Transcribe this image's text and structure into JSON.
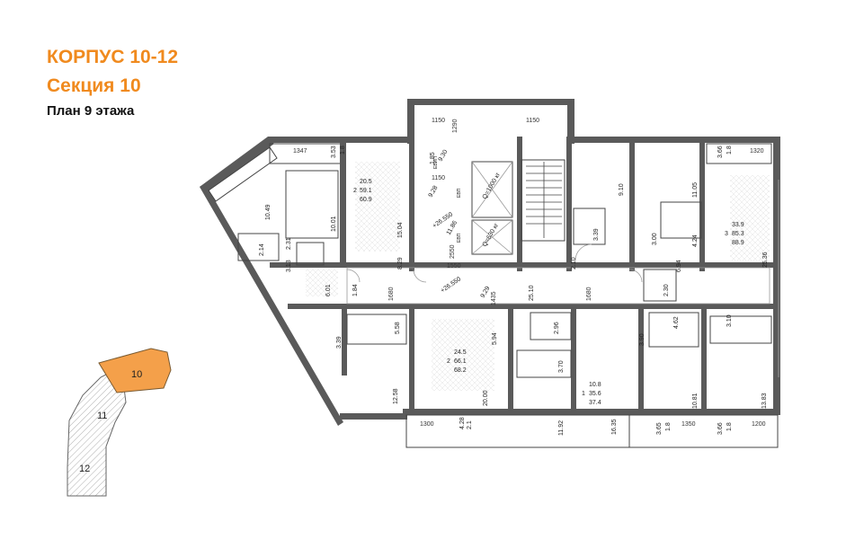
{
  "header": {
    "building": "КОРПУС 10-12",
    "section": "Секция 10",
    "floor_plan": "План 9 этажа"
  },
  "key_plan": {
    "active_section": "10",
    "sections": [
      "10",
      "11",
      "12"
    ],
    "active_color": "#f4a04a"
  },
  "colors": {
    "title": "#f08a1e",
    "wall": "#5a5a5a"
  },
  "apartments": [
    {
      "rooms": "2",
      "living": "20.5",
      "total": "59.1",
      "total_with_balcony": "60.9"
    },
    {
      "rooms": "3",
      "living": "33.9",
      "total": "85.3",
      "total_with_balcony": "88.9"
    },
    {
      "rooms": "2",
      "living": "24.5",
      "total": "66.1",
      "total_with_balcony": "68.2"
    },
    {
      "rooms": "1",
      "living": "10.8",
      "total": "35.6",
      "total_with_balcony": "37.4"
    }
  ],
  "room_areas": [
    "10.49",
    "10.01",
    "15.04",
    "2.14",
    "2.31",
    "3.13",
    "6.01",
    "1.84",
    "8.29",
    "3.39",
    "5.58",
    "12.58",
    "20.00",
    "5.94",
    "3.70",
    "11.92",
    "4.28",
    "2.1",
    "9.10",
    "11.05",
    "3.39",
    "3.00",
    "4.24",
    "2.10",
    "6.94",
    "2.30",
    "25.36",
    "2.96",
    "3.90",
    "4.62",
    "3.10",
    "10.81",
    "16.35",
    "13.83",
    "9.30",
    "9.28",
    "11.86",
    "9.29",
    "25.10",
    "3.53",
    "1.8",
    "3.66",
    "1.8",
    "3.65",
    "1.8",
    "3.66",
    "1.8",
    "1.85"
  ],
  "dimensions": [
    "1347",
    "1150",
    "1290",
    "1150",
    "1320",
    "1150",
    "1550",
    "1435",
    "1680",
    "1680",
    "1300",
    "1350",
    "1200",
    "2550"
  ],
  "levels": [
    "+26.550",
    "+26.550"
  ],
  "elevators": [
    "Q=1000 кг",
    "Q=630 кг"
  ],
  "service_labels": [
    "ЕВИП",
    "ЕВП",
    "ЕВП"
  ]
}
